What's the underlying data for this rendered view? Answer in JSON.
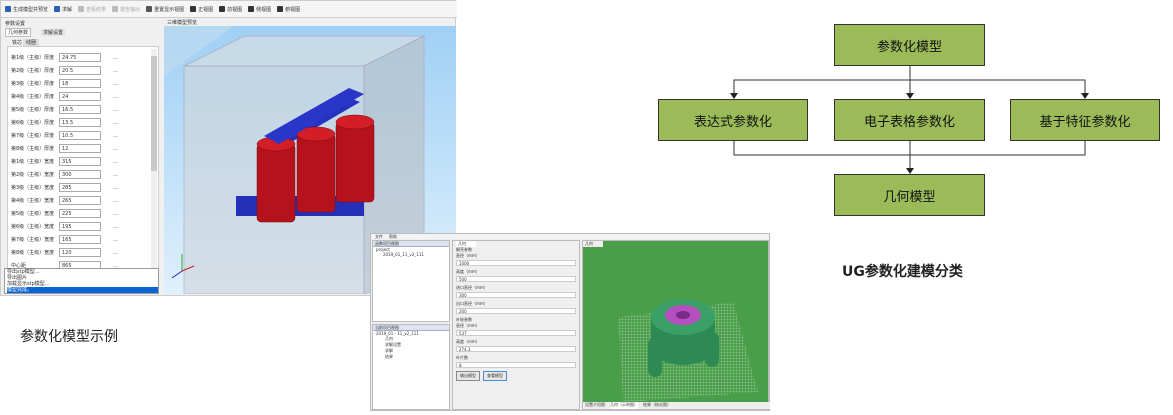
{
  "shot1": {
    "toolbar": [
      "生成模型并预览",
      "求解",
      "查看结果",
      "报告输出",
      "重置显示视图",
      "正视图",
      "前视图",
      "侧视图",
      "俯视图"
    ],
    "param_group": "参数设置",
    "tabs": [
      "几何参数",
      "求解设置"
    ],
    "subtabs": [
      "铁芯",
      "线圈"
    ],
    "view_title": "三维模型预览",
    "rows": [
      {
        "label": "第1级（主级）厚度",
        "value": "24.75"
      },
      {
        "label": "第2级（主级）厚度",
        "value": "20.5"
      },
      {
        "label": "第3级（主级）厚度",
        "value": "18"
      },
      {
        "label": "第4级（主级）厚度",
        "value": "24"
      },
      {
        "label": "第5级（主级）厚度",
        "value": "16.5"
      },
      {
        "label": "第6级（主级）厚度",
        "value": "13.5"
      },
      {
        "label": "第7级（主级）厚度",
        "value": "10.5"
      },
      {
        "label": "第8级（主级）厚度",
        "value": "12"
      },
      {
        "label": "第1级（主级）宽度",
        "value": "315"
      },
      {
        "label": "第2级（主级）宽度",
        "value": "300"
      },
      {
        "label": "第3级（主级）宽度",
        "value": "285"
      },
      {
        "label": "第4级（主级）宽度",
        "value": "265"
      },
      {
        "label": "第5级（主级）宽度",
        "value": "225"
      },
      {
        "label": "第6级（主级）宽度",
        "value": "195"
      },
      {
        "label": "第7级（主级）宽度",
        "value": "165"
      },
      {
        "label": "第8级（主级）宽度",
        "value": "120"
      },
      {
        "label": "中心距",
        "value": "865"
      }
    ],
    "dots": "...",
    "log": [
      "导出stp模型...",
      "导出图片",
      "加载显示stp模型...",
      "模型完成。"
    ]
  },
  "caption_left": "参数化模型示例",
  "flow": {
    "top": "参数化模型",
    "mid": [
      "表达式参数化",
      "电子表格参数化",
      "基于特征参数化"
    ],
    "bottom": "几何模型",
    "box_color": "#9bbb59"
  },
  "caption_right": "UG参数化建模分类",
  "shot2": {
    "menu": [
      "文件",
      "帮助"
    ],
    "tree1_title": "函数项目视图",
    "tree1": [
      "project",
      "2019_01_11_v2_111"
    ],
    "tree2_title": "当前项目视图",
    "tree2": [
      "2019_01 - 11_v2_111",
      "几何",
      "求解设置",
      "求解",
      "结果"
    ],
    "form_tab": "几何",
    "sections": [
      "蜗壳参数",
      "叶轮参数"
    ],
    "fields": [
      {
        "label": "直径（mm）",
        "value": "1000"
      },
      {
        "label": "高度（mm）",
        "value": "500"
      },
      {
        "label": "进口直径（mm）",
        "value": "300"
      },
      {
        "label": "出口直径（mm）",
        "value": "200"
      },
      {
        "label": "直径（mm）",
        "value": "537"
      },
      {
        "label": "高度（mm）",
        "value": "274.3"
      },
      {
        "label": "叶片数",
        "value": "8"
      }
    ],
    "buttons": [
      "输出模型",
      "查看模型"
    ],
    "view_tab": "几何",
    "bottom_tabs": [
      "设置介绍图",
      "几何（示例图）",
      "结果（结论图）"
    ]
  }
}
